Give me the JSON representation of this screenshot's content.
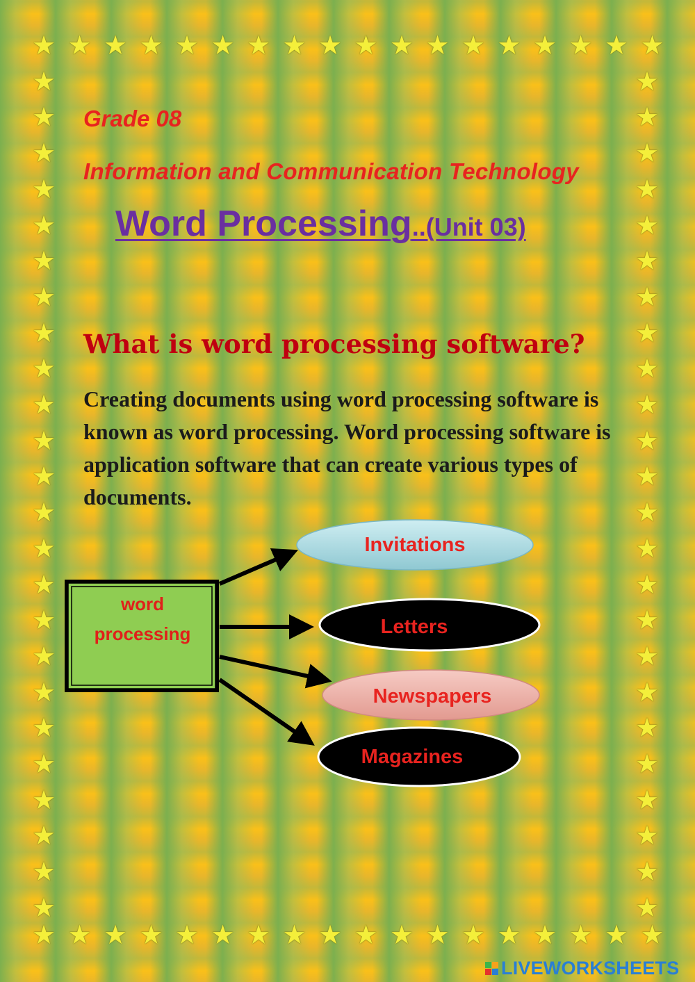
{
  "header": {
    "grade": "Grade 08",
    "subject": "Information and Communication Technology",
    "title_main": "Word Processing",
    "title_suffix": "..(Unit 03)"
  },
  "section": {
    "question": "What is word processing software?",
    "paragraph": "Creating documents using word processing software is known as word processing. Word processing software is application software that can create various types of documents."
  },
  "diagram": {
    "source_label_line1": "word",
    "source_label_line2": "processing",
    "targets": [
      "Invitations",
      "Letters",
      "Newspapers",
      "Magazines"
    ]
  },
  "footer": {
    "brand": "LIVEWORKSHEETS"
  },
  "colors": {
    "red_text": "#e8231f",
    "title_purple": "#6a2fa0",
    "box_green": "#8fcd52",
    "star_yellow": "#f4ef3a"
  },
  "icons": {
    "border": "star-icon",
    "brand": "liveworksheets-logo-icon"
  }
}
